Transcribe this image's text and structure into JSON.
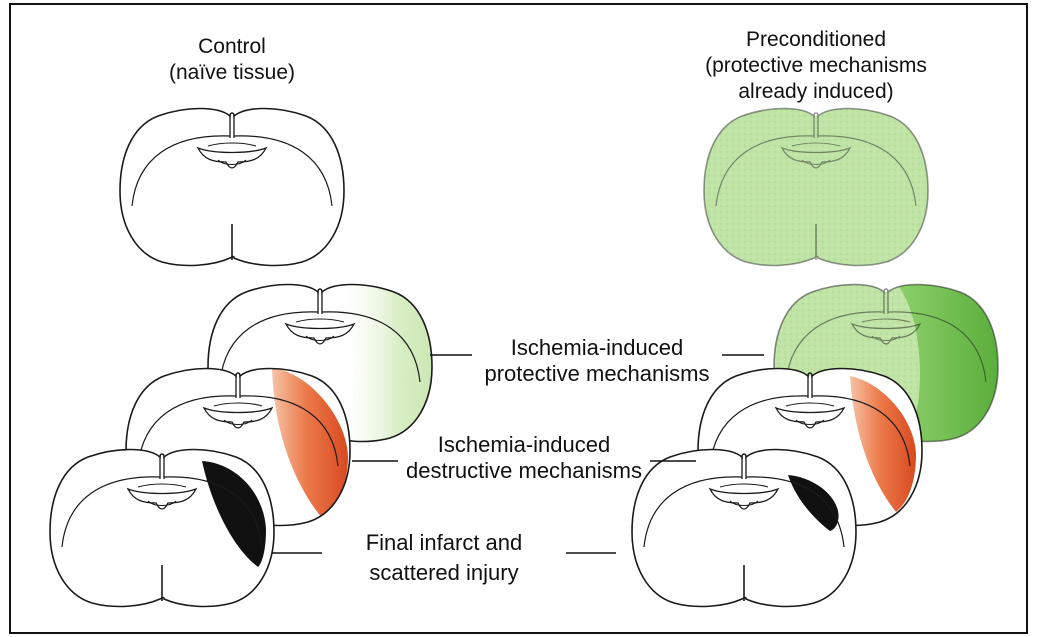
{
  "left_column": {
    "title_line1": "Control",
    "title_line2": "(naïve tissue)"
  },
  "right_column": {
    "title_line1": "Preconditioned",
    "title_line2": "(protective mechanisms",
    "title_line3": "already induced)"
  },
  "labels": {
    "protective_line1": "Ischemia-induced",
    "protective_line2": "protective mechanisms",
    "destructive_line1": "Ischemia-induced",
    "destructive_line2": "destructive mechanisms",
    "infarct_line1": "Final infarct and",
    "infarct_line2": "scattered injury"
  },
  "colors": {
    "outline": "#1a1a1a",
    "protective_green_light": "#dcefc9",
    "protective_green": "#7cc35f",
    "preconditioned_green": "#bde4a4",
    "destructive_orange": "#e0542a",
    "infarct_black": "#111111"
  }
}
